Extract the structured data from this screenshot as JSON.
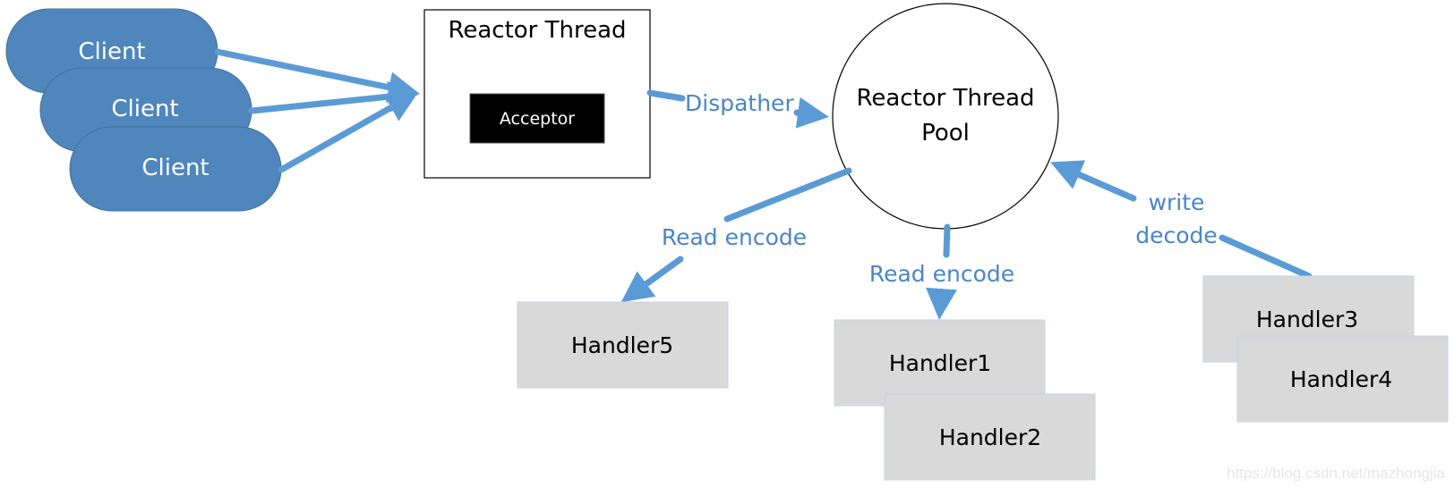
{
  "diagram": {
    "clients": [
      {
        "label": "Client"
      },
      {
        "label": "Client"
      },
      {
        "label": "Client"
      }
    ],
    "reactor_thread": {
      "title": "Reactor Thread",
      "acceptor_label": "Acceptor"
    },
    "thread_pool": {
      "line1": "Reactor Thread",
      "line2": "Pool"
    },
    "edge_labels": {
      "dispatcher": "Dispather",
      "read_encode_left": "Read encode",
      "read_encode_center": "Read encode",
      "write_line1": "write",
      "write_line2": "decode"
    },
    "handlers": [
      {
        "label": "Handler5"
      },
      {
        "label": "Handler1"
      },
      {
        "label": "Handler2"
      },
      {
        "label": "Handler3"
      },
      {
        "label": "Handler4"
      }
    ],
    "watermark": "https://blog.csdn.net/mazhongjia",
    "colors": {
      "client_fill": "#4f86bb",
      "arrow": "#5b9bd5",
      "label_text": "#4a86c5",
      "handler_fill": "#d9d9d9",
      "acceptor_fill": "#000000"
    }
  }
}
